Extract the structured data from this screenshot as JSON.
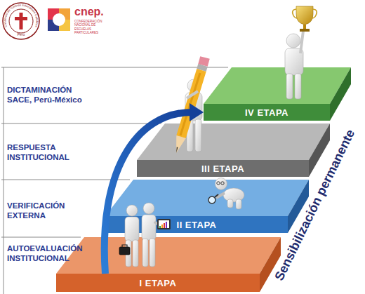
{
  "diagram": {
    "nodes": [
      {
        "text": [
          "I ETAPA"
        ]
      },
      {
        "text": [
          "II ETAPA"
        ]
      },
      {
        "text": [
          "III ETAPA"
        ]
      },
      {
        "text": [
          "IV ETAPA"
        ]
      }
    ],
    "edges": [
      {
        "from": 0,
        "to": 3,
        "arrow": "to"
      }
    ],
    "labels": [
      "Consorcio de Centros Educativos Católicos",
      "Perú",
      "cnep.",
      "CONFEDERACIÓN NACIONAL DE ESCUELAS PARTICULARES",
      "DICTAMINACIÓN SACE, Perú-México",
      "RESPUESTA INSTITUCIONAL",
      "VERIFICACIÓN EXTERNA",
      "AUTOEVALUACIÓN INSTITUCIONAL",
      "Sensibilización permanente"
    ]
  }
}
